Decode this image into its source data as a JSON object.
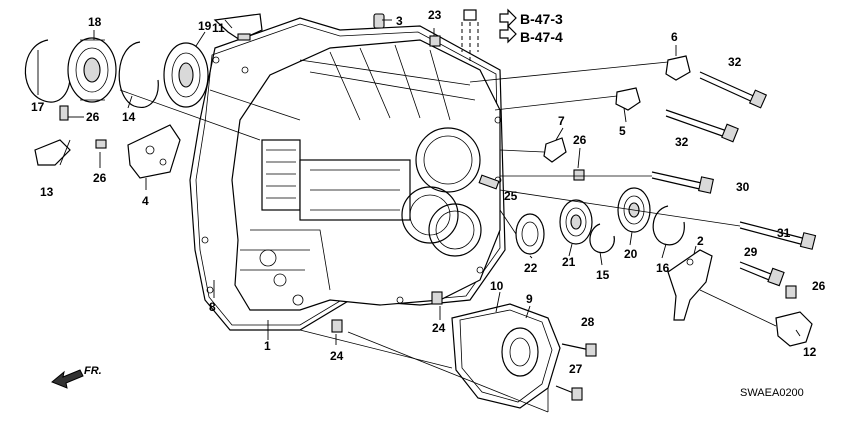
{
  "diagram": {
    "code": "SWAEA0200",
    "direction_label": "FR.",
    "references": [
      "B-47-3",
      "B-47-4"
    ],
    "callouts": [
      "1",
      "2",
      "3",
      "4",
      "5",
      "6",
      "7",
      "8",
      "9",
      "10",
      "11",
      "12",
      "13",
      "14",
      "15",
      "16",
      "17",
      "18",
      "19",
      "20",
      "21",
      "22",
      "23",
      "24",
      "24",
      "25",
      "26",
      "26",
      "26",
      "26",
      "27",
      "28",
      "29",
      "30",
      "31",
      "32",
      "32"
    ]
  }
}
